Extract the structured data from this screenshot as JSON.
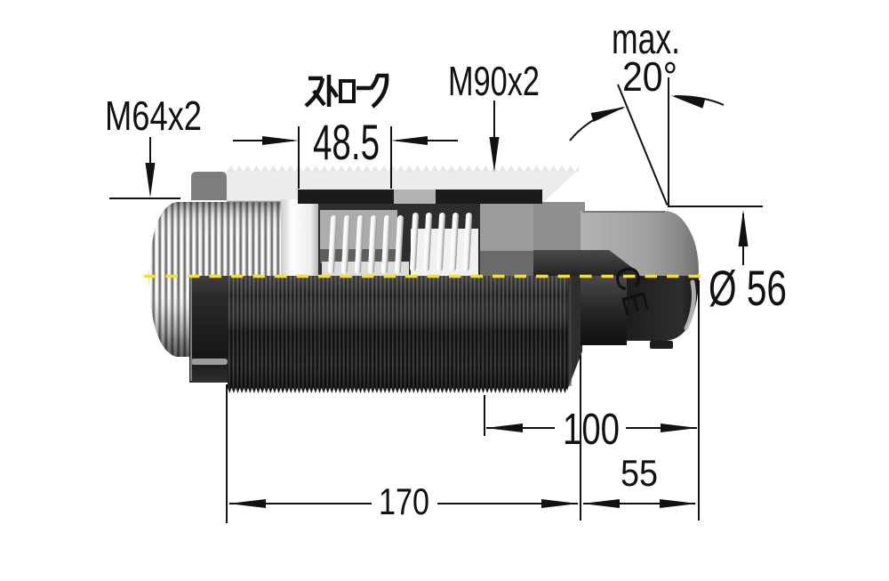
{
  "drawing": {
    "labels": {
      "thread_left": "M64x2",
      "stroke_caption": "ストローク",
      "stroke_value": "48.5",
      "thread_body": "M90x2",
      "angle_prefix": "max.",
      "angle_value": "20°",
      "diameter": "Ø 56",
      "length_inner": "100",
      "length_tail": "55",
      "length_total": "170",
      "body_marking": "CE"
    },
    "colors": {
      "centerline": "#ffe400",
      "line": "#111111"
    }
  }
}
